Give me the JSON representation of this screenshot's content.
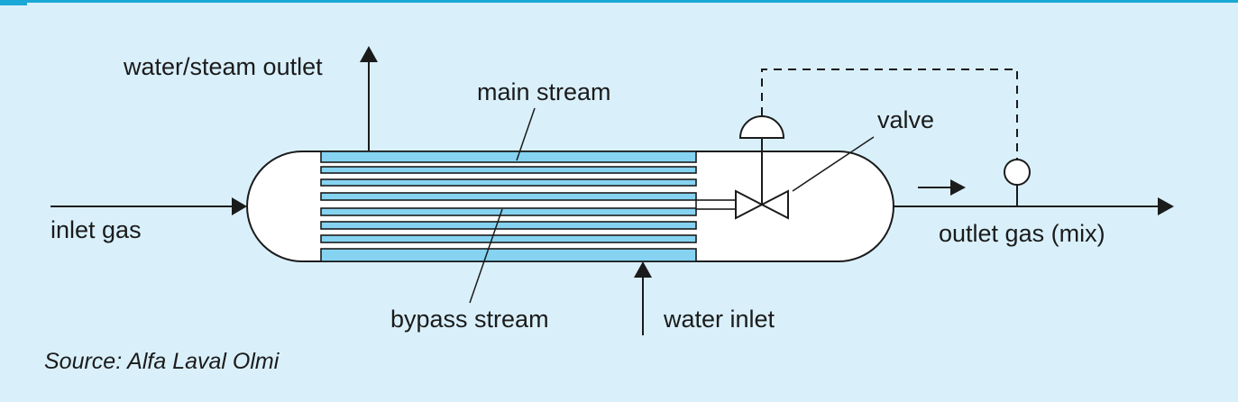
{
  "labels": {
    "water_steam_outlet": "water/steam outlet",
    "main_stream": "main stream",
    "valve": "valve",
    "inlet_gas": "inlet gas",
    "outlet_gas": "outlet gas (mix)",
    "bypass_stream": "bypass stream",
    "water_inlet": "water inlet"
  },
  "source": "Source: Alfa Laval Olmi",
  "colors": {
    "background": "#d9f0fb",
    "top_rule": "#1aa9d6",
    "tube_fill": "#86d3f1",
    "line": "#1b1b1b",
    "vessel_fill": "#ffffff"
  },
  "icons": [
    "arrow-head-icon",
    "valve-icon",
    "actuator-icon",
    "sensor-icon"
  ]
}
